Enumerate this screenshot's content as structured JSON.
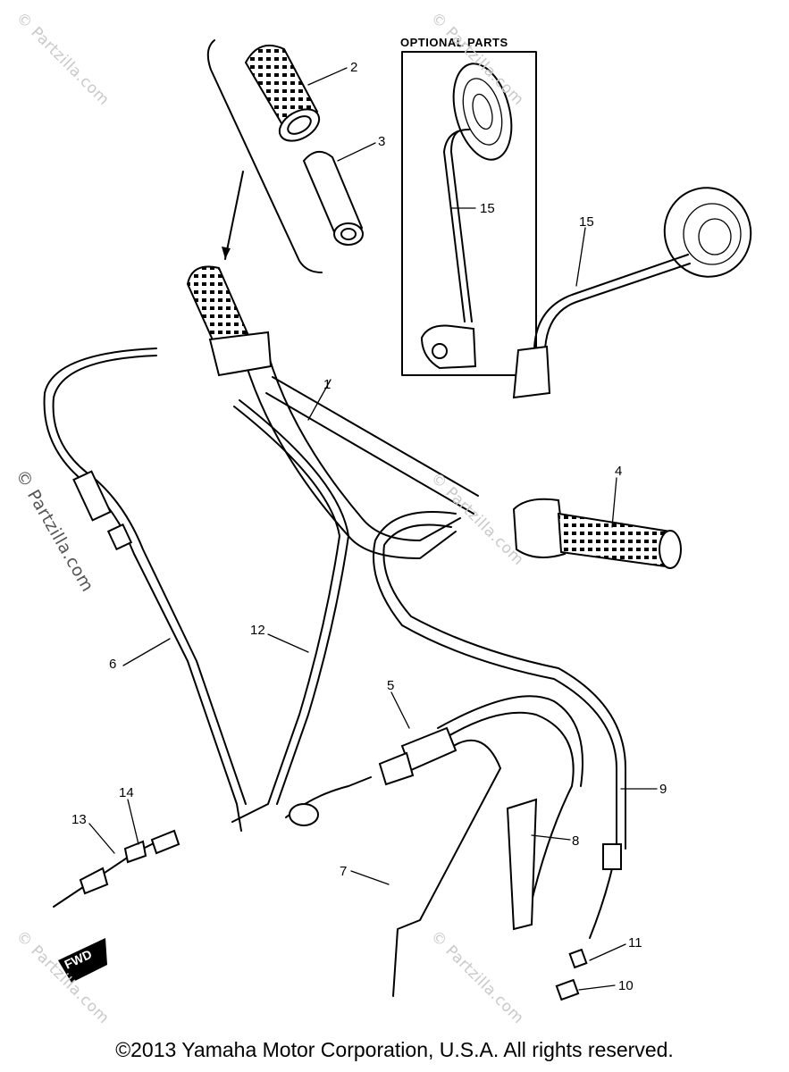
{
  "optional_parts_label": "OPTIONAL PARTS",
  "fwd_label": "FWD",
  "copyright": "©2013 Yamaha Motor Corporation, U.S.A. All rights reserved.",
  "watermark": "© Partzilla.com",
  "callouts": [
    "1",
    "2",
    "3",
    "4",
    "5",
    "6",
    "7",
    "8",
    "9",
    "10",
    "11",
    "12",
    "13",
    "14",
    "15",
    "15"
  ]
}
